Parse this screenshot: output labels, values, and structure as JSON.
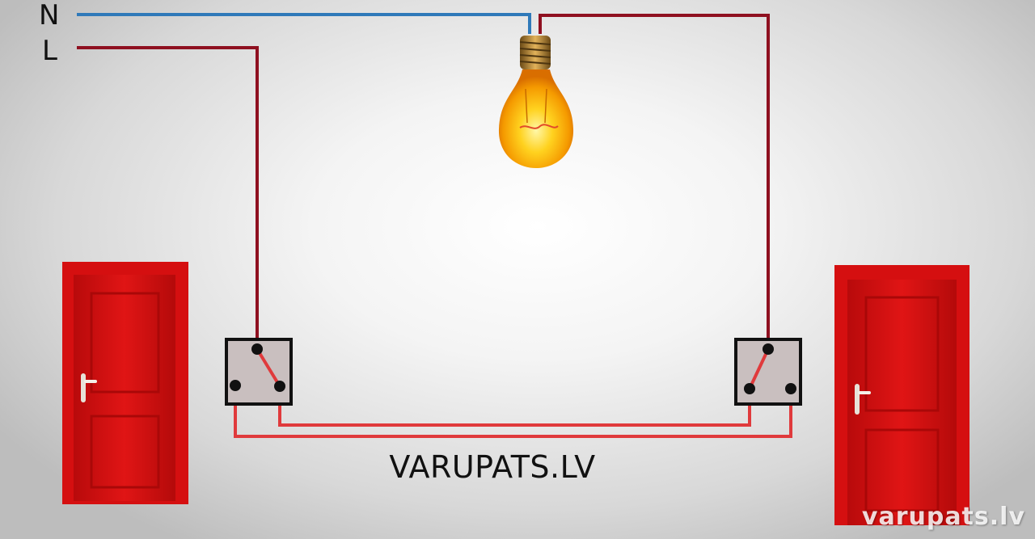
{
  "labels": {
    "neutral": "N",
    "live": "L"
  },
  "caption": "VARUPATS.LV",
  "watermark": "varupats.lv",
  "colors": {
    "neutral_wire": "#2f79b9",
    "live_wire": "#8f1020",
    "traveler_wire": "#e03a3c",
    "door": "#d50f10",
    "switch_box": "#111111"
  },
  "icons": [
    "light-bulb-icon",
    "door-icon",
    "switch-icon"
  ]
}
